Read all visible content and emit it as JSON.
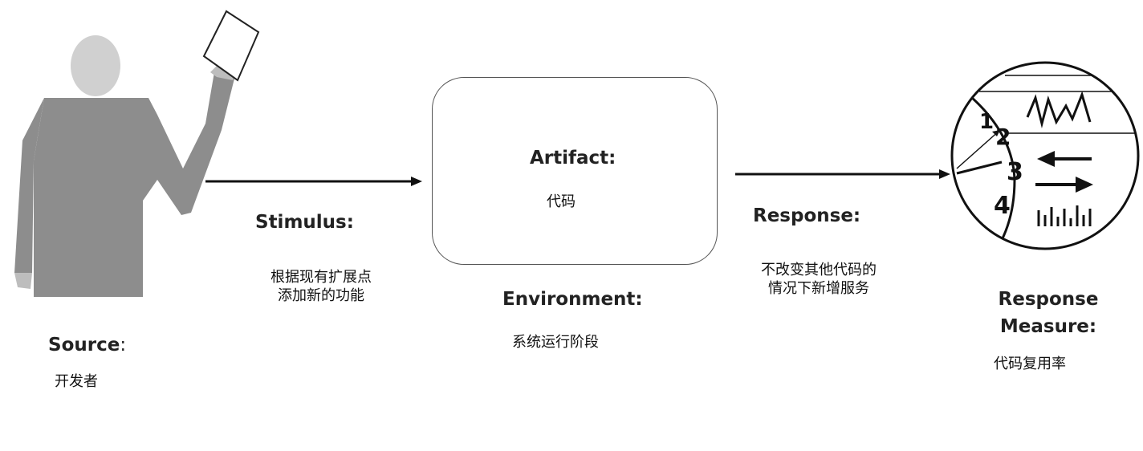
{
  "source": {
    "label": "Source",
    "colon": ":",
    "value": "开发者"
  },
  "stimulus": {
    "label": "Stimulus:",
    "value_line1": "根据现有扩展点",
    "value_line2": "添加新的功能"
  },
  "artifact": {
    "label": "Artifact:",
    "value": "代码"
  },
  "environment": {
    "label": "Environment:",
    "value": "系统运行阶段"
  },
  "response": {
    "label": "Response:",
    "value_line1": "不改变其他代码的",
    "value_line2": "情况下新增服务"
  },
  "response_measure": {
    "label_line1": "Response",
    "label_line2": "Measure:",
    "value": "代码复用率"
  },
  "measure_icon": {
    "numbers": [
      "1",
      "2",
      "3",
      "4"
    ]
  },
  "colors": {
    "figure": "#8c8c8c",
    "head": "#cfcfcf",
    "line": "#111111",
    "box_border": "#555555"
  }
}
